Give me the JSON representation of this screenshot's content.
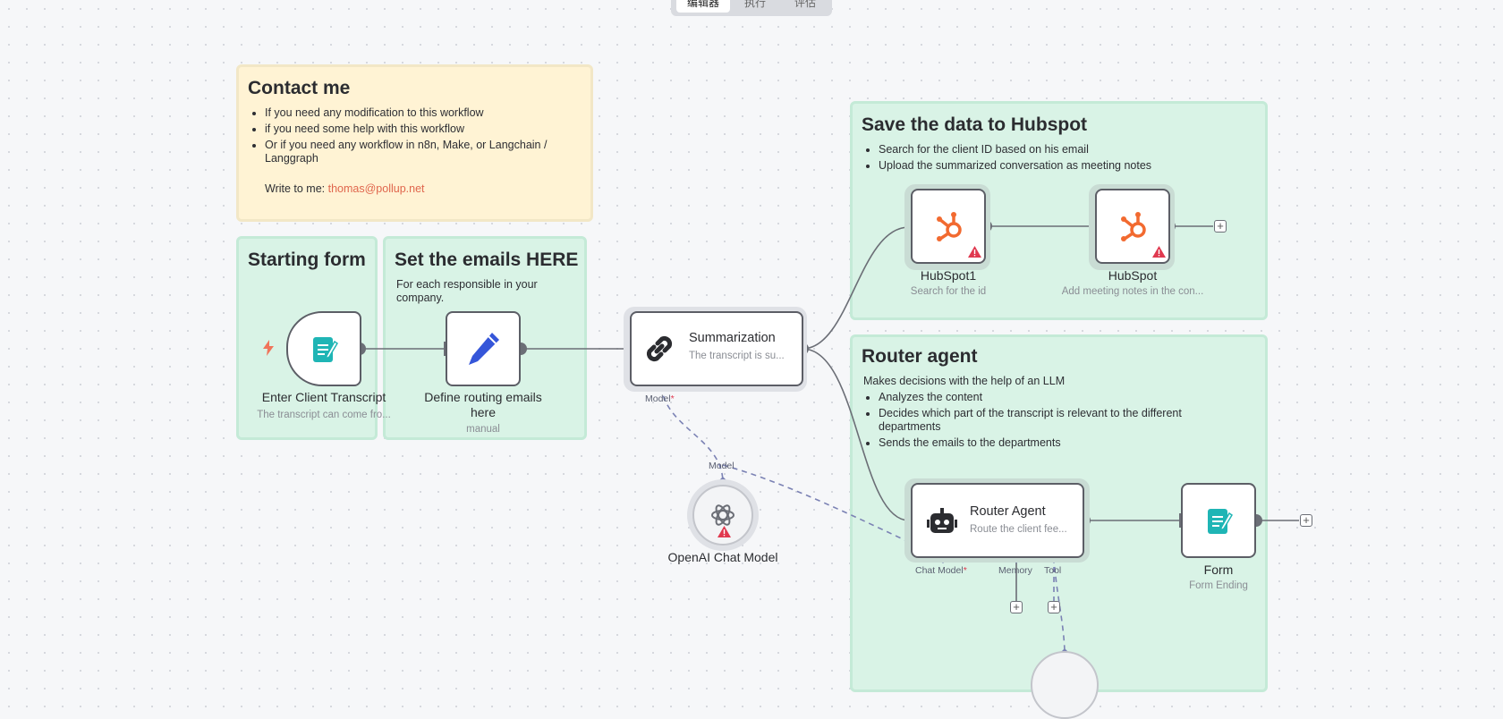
{
  "tabs": [
    {
      "label": "编辑器",
      "active": true
    },
    {
      "label": "执行",
      "active": false
    },
    {
      "label": "评估",
      "active": false
    }
  ],
  "stickies": {
    "contact": {
      "title": "Contact me",
      "items": [
        "If you need any modification to this workflow",
        "if you need some help with this workflow",
        "Or if you need any workflow in n8n, Make, or Langchain / Langgraph"
      ],
      "write_label": "Write to me: ",
      "email": "thomas@pollup.net"
    },
    "starting_form": {
      "title": "Starting form"
    },
    "set_emails": {
      "title": "Set the emails HERE",
      "text": "For each responsible in your company."
    },
    "hubspot": {
      "title": "Save the data to Hubspot",
      "items": [
        "Search for the client ID based on his email",
        "Upload the summarized conversation as meeting notes"
      ]
    },
    "router": {
      "title": "Router agent",
      "text": "Makes decisions with the help of an LLM",
      "items": [
        "Analyzes the content",
        "Decides which part of the transcript is relevant to the different departments",
        "Sends the emails to the departments"
      ]
    }
  },
  "nodes": {
    "enter_transcript": {
      "title": "Enter Client Transcript",
      "subtitle": "The transcript can come fro...",
      "icon": "form-icon"
    },
    "define_emails": {
      "title": "Define routing emails here",
      "subtitle": "manual",
      "icon": "pencil-icon"
    },
    "summarization": {
      "title": "Summarization",
      "subtitle": "The transcript is su...",
      "icon": "chain-link-icon",
      "port_label": "Model"
    },
    "openai": {
      "title": "OpenAI Chat Model",
      "port_label": "Model",
      "icon": "openai-icon"
    },
    "hubspot1": {
      "title": "HubSpot1",
      "subtitle": "Search for the id",
      "icon": "hubspot-icon"
    },
    "hubspot2": {
      "title": "HubSpot",
      "subtitle": "Add meeting notes in the con...",
      "icon": "hubspot-icon"
    },
    "router_agent": {
      "title": "Router Agent",
      "subtitle": "Route the client fee...",
      "icon": "robot-icon",
      "ports": {
        "chat_model": "Chat Model",
        "memory": "Memory",
        "tool": "Tool"
      }
    },
    "form": {
      "title": "Form",
      "subtitle": "Form Ending",
      "icon": "form-icon"
    }
  },
  "colors": {
    "sticky_yellow": "#fff3d4",
    "sticky_green": "#d9f3e6",
    "connection": "#6b6e76",
    "ai_connection": "#7b82b4",
    "warning": "#e0394f",
    "hubspot": "#f26a30",
    "form_icon": "#1fb5b5",
    "pencil_icon": "#3556d9",
    "trigger": "#f0745a"
  }
}
